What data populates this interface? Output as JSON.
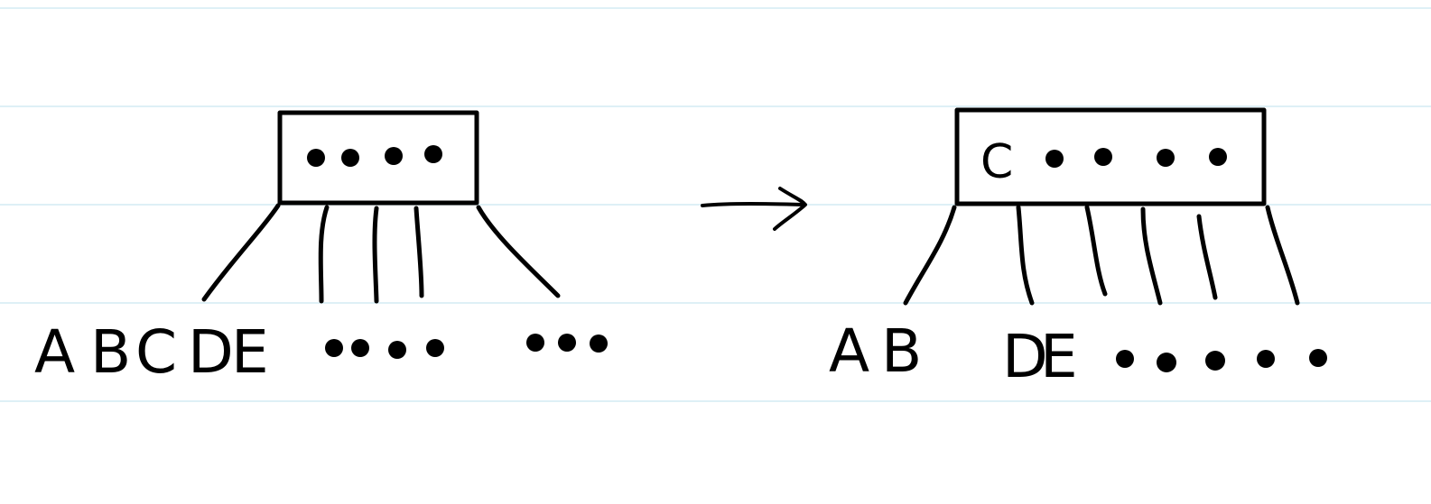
{
  "diagram": {
    "left": {
      "node_text": "• • • •",
      "children_text": "ABCDE  ••••   •••"
    },
    "arrow": "→",
    "right": {
      "node_text": "C • • • •",
      "children_text": "AB  DE •••••"
    }
  },
  "letters": {
    "left_children": [
      "A",
      "B",
      "C",
      "D",
      "E"
    ],
    "right_children": [
      "A",
      "B",
      "D",
      "E"
    ],
    "right_node_key": "C"
  }
}
